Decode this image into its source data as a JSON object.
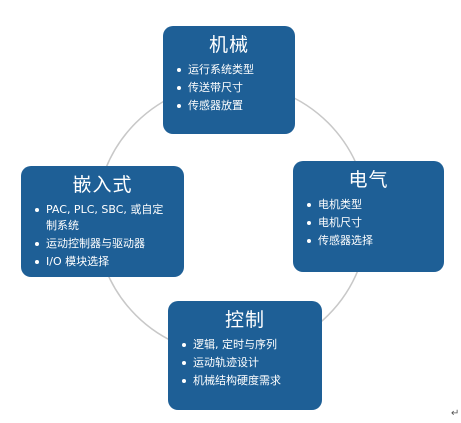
{
  "nodes": [
    {
      "id": "mechanical",
      "title": "机械",
      "items": [
        "运行系统类型",
        "传送带尺寸",
        "传感器放置"
      ]
    },
    {
      "id": "electrical",
      "title": "电气",
      "items": [
        "电机类型",
        "电机尺寸",
        "传感器选择"
      ]
    },
    {
      "id": "control",
      "title": "控制",
      "items": [
        "逻辑, 定时与序列",
        "运动轨迹设计",
        "机械结构硬度需求"
      ]
    },
    {
      "id": "embedded",
      "title": "嵌入式",
      "items": [
        "PAC, PLC, SBC, 或自定制系统",
        "运动控制器与驱动器",
        "I/O 模块选择"
      ]
    }
  ],
  "colors": {
    "box": "#1e5f96",
    "ring": "#c8c8c8",
    "text": "#ffffff"
  },
  "return_mark": "↵"
}
